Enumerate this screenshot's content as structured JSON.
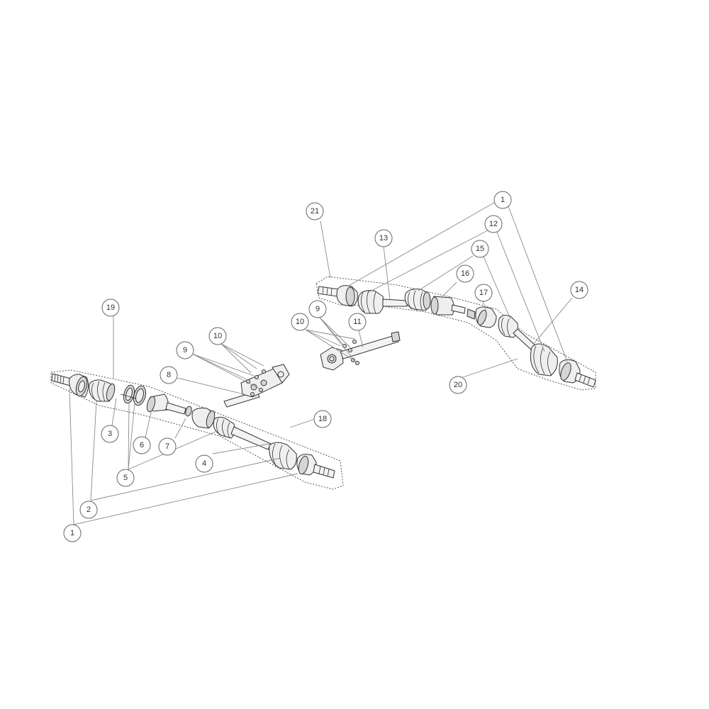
{
  "diagram": {
    "callouts": [
      {
        "id": "c19",
        "label": "19"
      },
      {
        "id": "c10a",
        "label": "10"
      },
      {
        "id": "c9a",
        "label": "9"
      },
      {
        "id": "c8",
        "label": "8"
      },
      {
        "id": "c3",
        "label": "3"
      },
      {
        "id": "c6",
        "label": "6"
      },
      {
        "id": "c7",
        "label": "7"
      },
      {
        "id": "c18",
        "label": "18"
      },
      {
        "id": "c4",
        "label": "4"
      },
      {
        "id": "c5",
        "label": "5"
      },
      {
        "id": "c2",
        "label": "2"
      },
      {
        "id": "c1a",
        "label": "1"
      },
      {
        "id": "c21",
        "label": "21"
      },
      {
        "id": "c1b",
        "label": "1"
      },
      {
        "id": "c12",
        "label": "12"
      },
      {
        "id": "c13",
        "label": "13"
      },
      {
        "id": "c15",
        "label": "15"
      },
      {
        "id": "c16",
        "label": "16"
      },
      {
        "id": "c17",
        "label": "17"
      },
      {
        "id": "c14",
        "label": "14"
      },
      {
        "id": "c9b",
        "label": "9"
      },
      {
        "id": "c10b",
        "label": "10"
      },
      {
        "id": "c11",
        "label": "11"
      },
      {
        "id": "c20",
        "label": "20"
      }
    ]
  }
}
